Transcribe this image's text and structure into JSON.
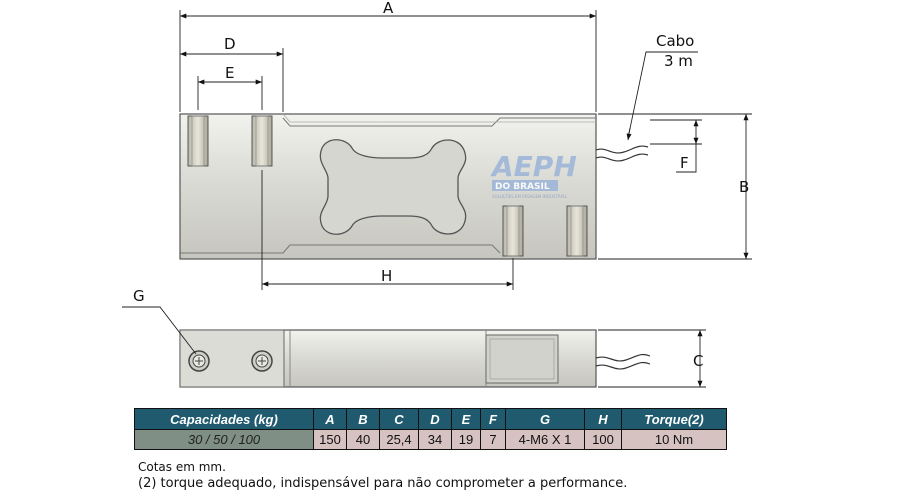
{
  "labels": {
    "A": "A",
    "B": "B",
    "C": "C",
    "D": "D",
    "E": "E",
    "F": "F",
    "G": "G",
    "H": "H",
    "cable_line1": "Cabo",
    "cable_line2": "3 m"
  },
  "logo": {
    "main": "AEPH",
    "sub": "DO BRASIL",
    "tagline": "SOLUÇÕES EM PESAGEM INDUSTRIAL"
  },
  "table": {
    "headers": [
      "Capacidades (kg)",
      "A",
      "B",
      "C",
      "D",
      "E",
      "F",
      "G",
      "H",
      "Torque(2)"
    ],
    "row": [
      "30 / 50 / 100",
      "150",
      "40",
      "25,4",
      "34",
      "19",
      "7",
      "4-M6 X 1",
      "100",
      "10 Nm"
    ]
  },
  "notes": {
    "units": "Cotas em mm.",
    "torque": "(2) torque adequado, indispensável para não comprometer a performance."
  },
  "colors": {
    "header_bg": "#1f5a6e",
    "cell_bg": "#d7c2c2",
    "capacity_bg": "#7f8f85"
  }
}
